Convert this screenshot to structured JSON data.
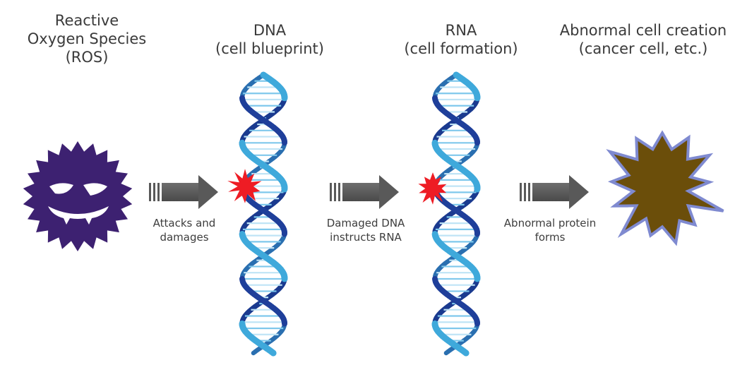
{
  "stages": [
    {
      "id": "ros",
      "title_lines": [
        "Reactive",
        "Oxygen Species",
        "(ROS)"
      ]
    },
    {
      "id": "dna",
      "title_lines": [
        "DNA",
        "(cell blueprint)"
      ]
    },
    {
      "id": "rna",
      "title_lines": [
        "RNA",
        "(cell formation)"
      ]
    },
    {
      "id": "abnormal",
      "title_lines": [
        "Abnormal cell creation",
        "(cancer cell, etc.)"
      ]
    }
  ],
  "transitions": [
    {
      "lines": [
        "Attacks and",
        "damages"
      ]
    },
    {
      "lines": [
        "Damaged DNA",
        "instructs RNA"
      ]
    },
    {
      "lines": [
        "Abnormal protein",
        "forms"
      ]
    }
  ],
  "colors": {
    "ros_body": "#3d2171",
    "arrow": "#595959",
    "helix_dark": "#1f3f9a",
    "helix_light": "#3fa9db",
    "damage_burst": "#ee1c24",
    "abnormal_cell_fill": "#6b4e0a",
    "abnormal_cell_outline": "#7f8ad0"
  },
  "icons": [
    "ros-virus-icon",
    "dna-helix-icon",
    "rna-helix-icon",
    "damage-burst-icon",
    "abnormal-cell-icon",
    "arrow-icon"
  ]
}
